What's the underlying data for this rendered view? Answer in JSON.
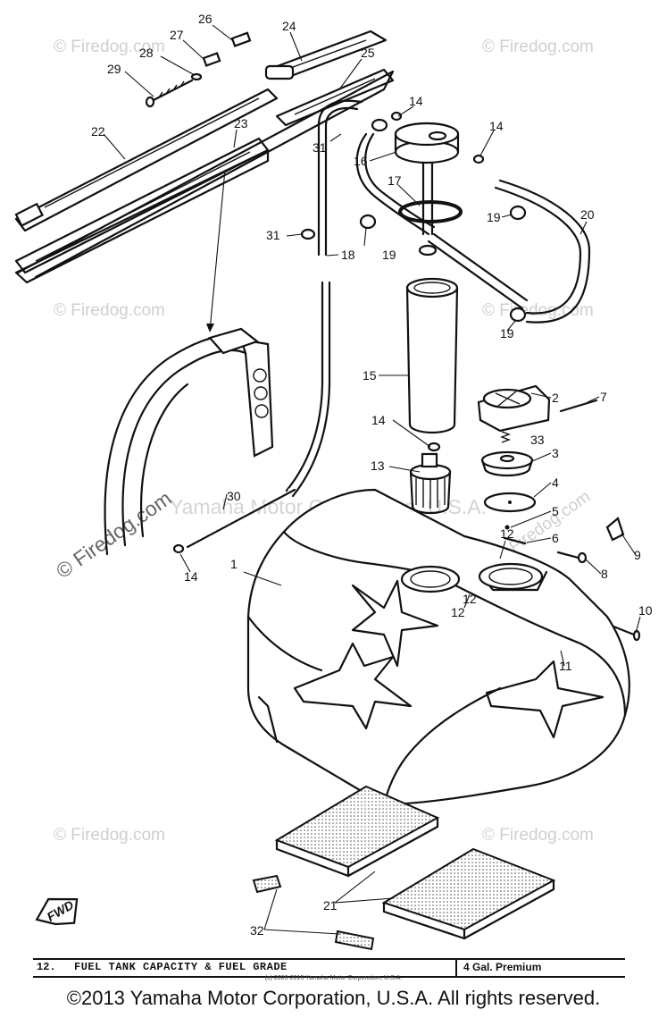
{
  "callouts": [
    "1",
    "2",
    "3",
    "4",
    "5",
    "6",
    "7",
    "8",
    "9",
    "10",
    "11",
    "12",
    "12",
    "12",
    "13",
    "14",
    "14",
    "14",
    "14",
    "15",
    "16",
    "17",
    "18",
    "19",
    "19",
    "19",
    "20",
    "21",
    "22",
    "23",
    "24",
    "25",
    "26",
    "27",
    "28",
    "29",
    "30",
    "31",
    "31",
    "32",
    "33"
  ],
  "watermarks": {
    "site": "© Firedog.com",
    "center": "Yamaha Motor Corporation, U.S.A."
  },
  "fwd_label": "FWD",
  "caption": {
    "number": "12.",
    "title": "FUEL TANK CAPACITY & FUEL GRADE",
    "value": "4 Gal. Premium",
    "small": "(c) 2009-2015 Yamaha Motor Corporation, U.S.A."
  },
  "copyright": "©2013 Yamaha Motor Corporation, U.S.A. All rights reserved."
}
